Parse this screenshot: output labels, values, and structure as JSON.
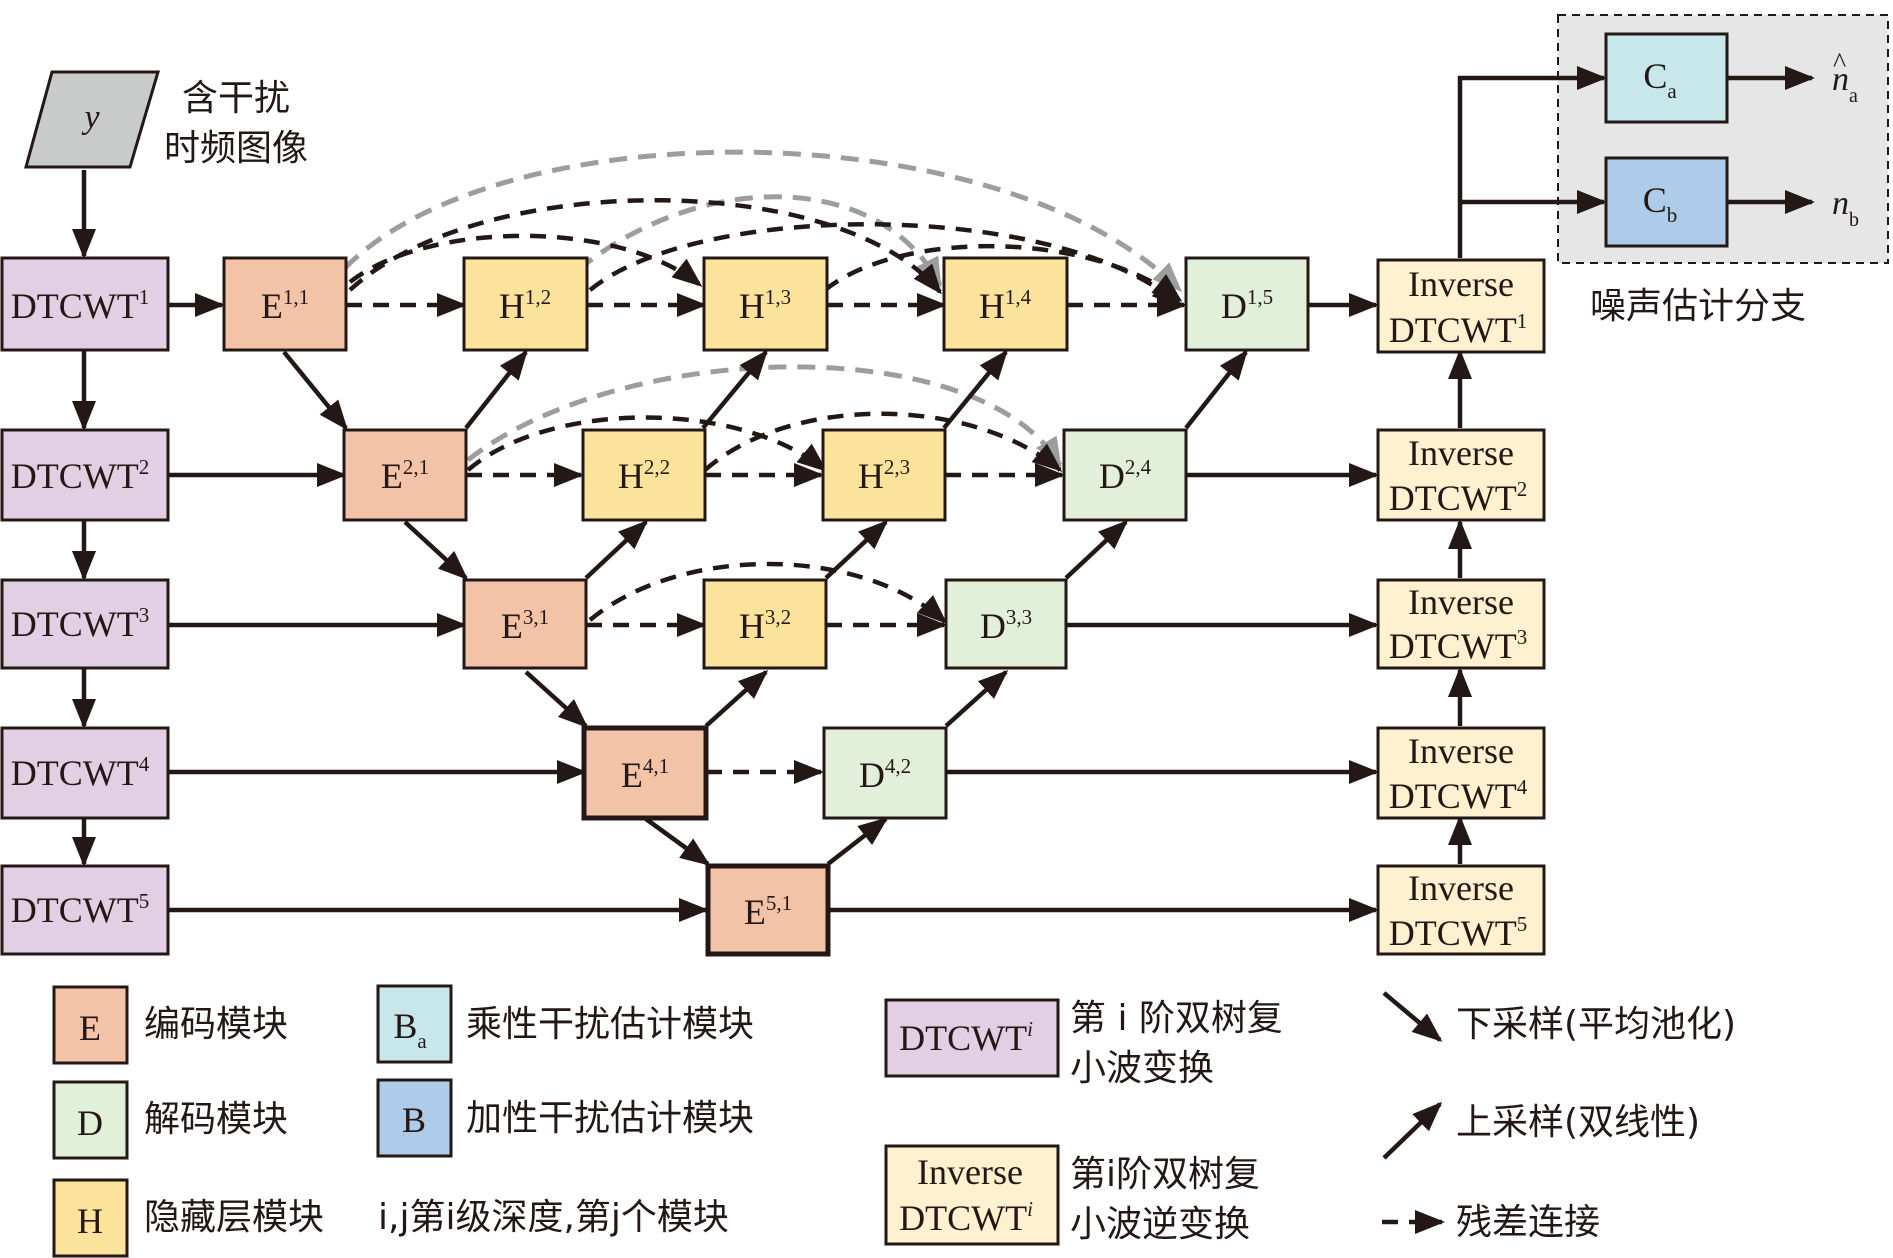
{
  "input": {
    "symbol": "y",
    "caption_line1": "含干扰",
    "caption_line2": "时频图像"
  },
  "dtcwt_blocks": [
    {
      "base": "DTCWT",
      "sup": "1"
    },
    {
      "base": "DTCWT",
      "sup": "2"
    },
    {
      "base": "DTCWT",
      "sup": "3"
    },
    {
      "base": "DTCWT",
      "sup": "4"
    },
    {
      "base": "DTCWT",
      "sup": "5"
    }
  ],
  "encoders": [
    {
      "base": "E",
      "sup": "1,1"
    },
    {
      "base": "E",
      "sup": "2,1"
    },
    {
      "base": "E",
      "sup": "3,1"
    },
    {
      "base": "E",
      "sup": "4,1"
    },
    {
      "base": "E",
      "sup": "5,1"
    }
  ],
  "hidden": [
    {
      "base": "H",
      "sup": "1,2"
    },
    {
      "base": "H",
      "sup": "1,3"
    },
    {
      "base": "H",
      "sup": "1,4"
    },
    {
      "base": "H",
      "sup": "2,2"
    },
    {
      "base": "H",
      "sup": "2,3"
    },
    {
      "base": "H",
      "sup": "3,2"
    }
  ],
  "decoders": [
    {
      "base": "D",
      "sup": "1,5"
    },
    {
      "base": "D",
      "sup": "2,4"
    },
    {
      "base": "D",
      "sup": "3,3"
    },
    {
      "base": "D",
      "sup": "4,2"
    }
  ],
  "inverse_blocks": [
    {
      "line1": "Inverse",
      "base": "DTCWT",
      "sup": "1"
    },
    {
      "line1": "Inverse",
      "base": "DTCWT",
      "sup": "2"
    },
    {
      "line1": "Inverse",
      "base": "DTCWT",
      "sup": "3"
    },
    {
      "line1": "Inverse",
      "base": "DTCWT",
      "sup": "4"
    },
    {
      "line1": "Inverse",
      "base": "DTCWT",
      "sup": "5"
    }
  ],
  "noise_branch": {
    "label": "噪声估计分支",
    "ca": {
      "base": "C",
      "sub": "a"
    },
    "cb": {
      "base": "C",
      "sub": "b"
    },
    "out_a": {
      "base": "n",
      "hat": "^",
      "sub": "a"
    },
    "out_b": {
      "base": "n",
      "sub": "b"
    }
  },
  "legend": {
    "e": {
      "key": "E",
      "text": "编码模块"
    },
    "d": {
      "key": "D",
      "text": "解码模块"
    },
    "h": {
      "key": "H",
      "text": "隐藏层模块"
    },
    "ba": {
      "key": "B",
      "key_sub": "a",
      "text": "乘性干扰估计模块"
    },
    "b": {
      "key": "B",
      "text": "加性干扰估计模块"
    },
    "ij": {
      "text": "i,j第i级深度,第j个模块"
    },
    "dtcwt": {
      "key": "DTCWT",
      "key_sup": "i",
      "text1": "第 i 阶双树复",
      "text2": "小波变换"
    },
    "inverse": {
      "key1": "Inverse",
      "key2": "DTCWT",
      "key_sup": "i",
      "text1": "第i阶双树复",
      "text2": "小波逆变换"
    },
    "down": {
      "text": "下采样(平均池化)"
    },
    "up": {
      "text": "上采样(双线性)"
    },
    "residual": {
      "text": "残差连接"
    }
  },
  "colors": {
    "purple": "#e2cfe3",
    "orange": "#f3c3a8",
    "yellow": "#fbe39b",
    "green": "#e2efd9",
    "cream": "#fef1cf",
    "cyan": "#c8e7eb",
    "blue": "#aecbe9",
    "gray_input": "#c9caca",
    "panel": "#e6e6e6",
    "gray_arc": "#9d9d9d"
  }
}
